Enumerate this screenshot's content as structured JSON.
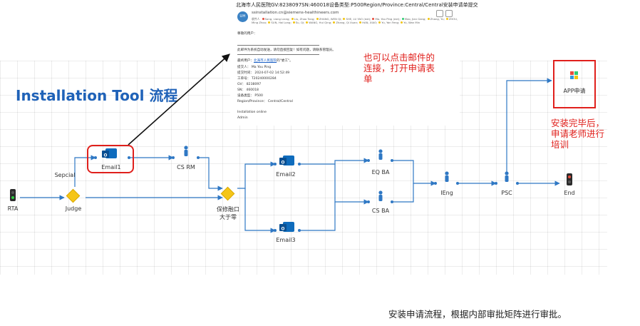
{
  "title": "Installation Tool 流程",
  "email_preview": {
    "subject": "北海市人民医院GV:8238097SN:460018设备类型:P500Region/Province:Central/Central安装申请单提交",
    "avatar": "UH",
    "from": "ssinstallation.cn@siemens-healthineers.com",
    "to_prefix": "收件人",
    "recipients": [
      {
        "name": "Song, Liang Liang",
        "color": "#e74c3c"
      },
      {
        "name": "Liu, Zhao Tong",
        "color": "#f1c40f"
      },
      {
        "name": "ZHANG, WEN QI",
        "color": "#f1c40f"
      },
      {
        "name": "SHE, LU YAO (ext)",
        "color": "#f1c40f"
      },
      {
        "name": "Ma, You Ping (ext)",
        "color": "#e74c3c"
      },
      {
        "name": "Mao, Jian Gang",
        "color": "#2ecc71"
      },
      {
        "name": "Zhang, Yu",
        "color": "#f1c40f"
      },
      {
        "name": "ZHOU, Ming Zhou",
        "color": "#f1c40f"
      },
      {
        "name": "SUN, Hai Long",
        "color": "#f1c40f"
      },
      {
        "name": "Su, Qi",
        "color": "#f1c40f"
      },
      {
        "name": "WANG, Hui Qing",
        "color": "#f1c40f"
      },
      {
        "name": "Zhang, Qi Xuan",
        "color": "#f1c40f"
      },
      {
        "name": "HAN, XIAO",
        "color": "#f1c40f"
      },
      {
        "name": "Yu, Yan Feng",
        "color": "#f1c40f"
      },
      {
        "name": "Yu, Wan Min",
        "color": "#f1c40f"
      }
    ],
    "greeting": "尊敬的用户：",
    "notice": "此邮件为系统自动发送，请勿直接回复！如有问题，请联系管理员。",
    "line1_prefix": "最终用户：",
    "line1_link": "北海市人民医院",
    "line1_suffix": "的\"委工\"。",
    "fields": [
      "提交人：   Ma You Ping",
      "提交时间：   2024-07-02 14:52:49",
      "工单号：  T20240000284",
      "GV：  8238097",
      "SN：  460018",
      "设备类型：  P500",
      "Region/Province：  Central/Central"
    ],
    "sign1": "Installation online",
    "sign2": "Admin"
  },
  "notes": {
    "open_link": "也可以点击邮件的连接，打开申请表单",
    "after_install": "安装完毕后，申请老师进行培训"
  },
  "caption": "安装申请流程，根据内部审批矩阵进行审批。",
  "nodes": {
    "rta": "RTA",
    "sepcial": "Sepcial",
    "judge": "Judge",
    "email1": "Email1",
    "cs_rm": "CS RM",
    "warranty": "保修融口大于零",
    "email2": "Email2",
    "email3": "Email3",
    "eq_ba": "EQ BA",
    "cs_ba": "CS BA",
    "ieng": "IEng",
    "psc": "PSC",
    "end": "End",
    "app": "APP申请"
  },
  "colors": {
    "accent": "#1f62b8",
    "connector": "#2f78c4",
    "highlight": "#e0201c",
    "gateway": "#f5c518",
    "outlook": "#0f6cbd"
  },
  "icons": {
    "rta": "traffic-light-green",
    "end": "traffic-light-red",
    "gateway": "diamond",
    "email": "outlook-mail",
    "person": "person",
    "app": "app-module"
  }
}
